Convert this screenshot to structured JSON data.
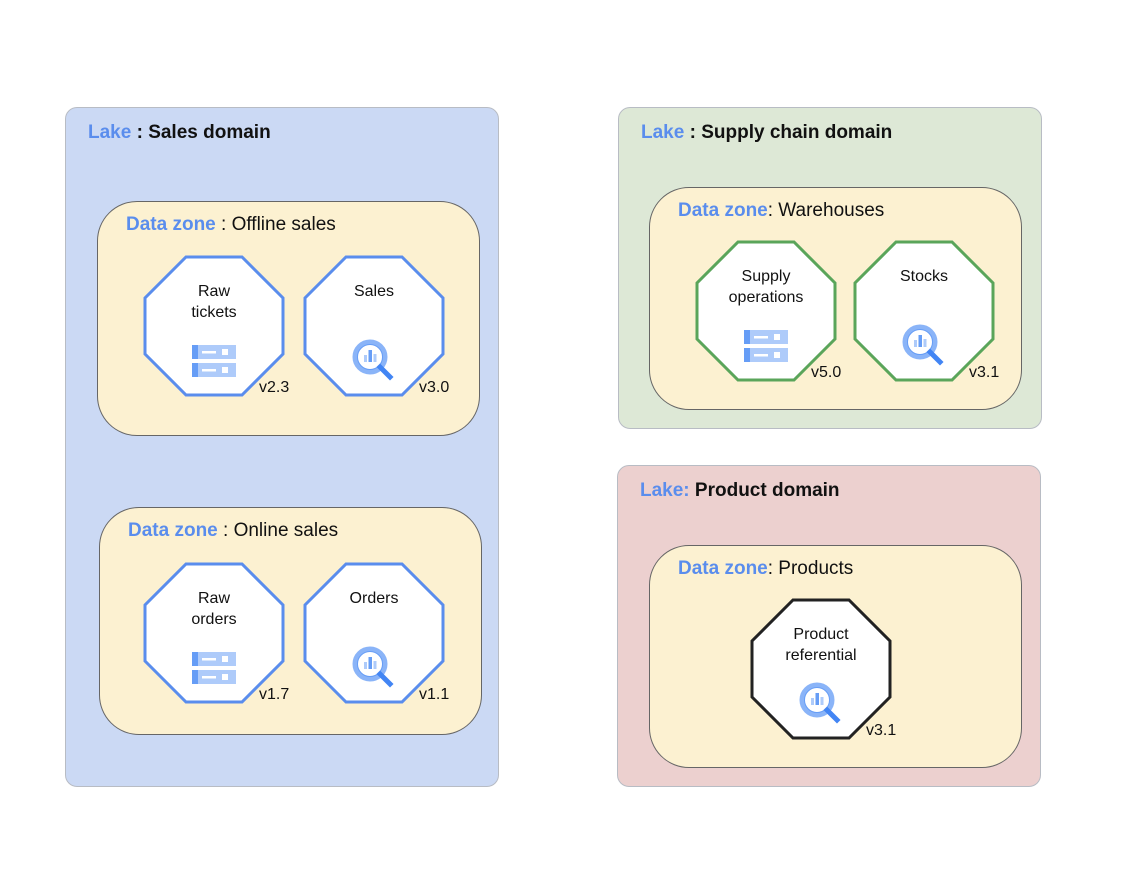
{
  "colors": {
    "sales_lake": "#cbd9f4",
    "supply_lake": "#dde8d6",
    "product_lake": "#ecd0cf",
    "zone": "#fcf1d1",
    "accent": "#5a8ded",
    "blue_node": "#5a8ded",
    "green_node": "#5aa55a",
    "black_node": "#222222"
  },
  "lakes": [
    {
      "prefix": "Lake",
      "name": " : Sales domain",
      "zones": [
        {
          "prefix": "Data zone",
          "name": " : Offline sales",
          "nodes": [
            {
              "label": "Raw\ntickets",
              "icon": "storage-icon",
              "version": "v2.3"
            },
            {
              "label": "Sales",
              "icon": "bigquery-icon",
              "version": "v3.0"
            }
          ]
        },
        {
          "prefix": "Data zone",
          "name": " : Online sales",
          "nodes": [
            {
              "label": "Raw\norders",
              "icon": "storage-icon",
              "version": "v1.7"
            },
            {
              "label": "Orders",
              "icon": "bigquery-icon",
              "version": "v1.1"
            }
          ]
        }
      ]
    },
    {
      "prefix": "Lake",
      "name": " : Supply chain domain",
      "zones": [
        {
          "prefix": "Data zone",
          "name": ": Warehouses",
          "nodes": [
            {
              "label": "Supply\noperations",
              "icon": "storage-icon",
              "version": "v5.0"
            },
            {
              "label": "Stocks",
              "icon": "bigquery-icon",
              "version": "v3.1"
            }
          ]
        }
      ]
    },
    {
      "prefix": "Lake:",
      "name": " Product domain",
      "zones": [
        {
          "prefix": "Data zone",
          "name": ": Products",
          "nodes": [
            {
              "label": "Product\nreferential",
              "icon": "bigquery-icon",
              "version": "v3.1"
            }
          ]
        }
      ]
    }
  ]
}
